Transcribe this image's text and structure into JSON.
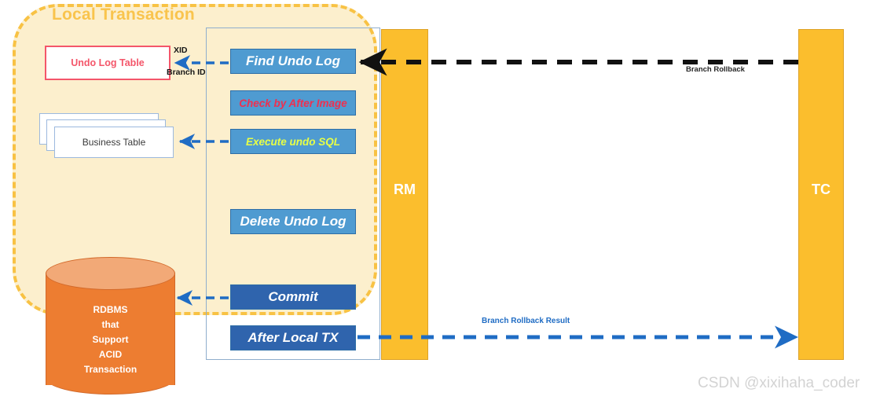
{
  "region": {
    "title": "Local Transaction",
    "border_color": "#f8c244",
    "fill_color": "#fcefcd"
  },
  "stores": {
    "undo_log_table": "Undo Log Table",
    "business_table": "Business Table",
    "database": {
      "lines": [
        "RDBMS",
        "that",
        "Support",
        "ACID",
        "Transaction"
      ],
      "color": "#ed7d31"
    }
  },
  "actions": [
    {
      "id": "find-undo-log",
      "label": "Find Undo Log",
      "box_color": "#4f9bd1",
      "text_color": "#ffffff"
    },
    {
      "id": "check-after-image",
      "label": "Check by After Image",
      "box_color": "#4f9bd1",
      "text_color": "#ef2f4f"
    },
    {
      "id": "execute-undo-sql",
      "label": "Execute undo SQL",
      "box_color": "#4f9bd1",
      "text_color": "#e8ff46"
    },
    {
      "id": "delete-undo-log",
      "label": "Delete Undo Log",
      "box_color": "#4f9bd1",
      "text_color": "#ffffff"
    },
    {
      "id": "commit",
      "label": "Commit",
      "box_color": "#2f64ad",
      "text_color": "#ffffff"
    },
    {
      "id": "after-local-tx",
      "label": "After Local TX",
      "box_color": "#2f64ad",
      "text_color": "#ffffff"
    }
  ],
  "edge_labels": {
    "xid": "XID",
    "branch_id": "Branch ID",
    "branch_rollback": "Branch Rollback",
    "branch_rollback_result": "Branch Rollback Result"
  },
  "participants": {
    "rm": "RM",
    "tc": "TC",
    "color": "#fbbe2d"
  },
  "watermark": "CSDN @xixihaha_coder"
}
